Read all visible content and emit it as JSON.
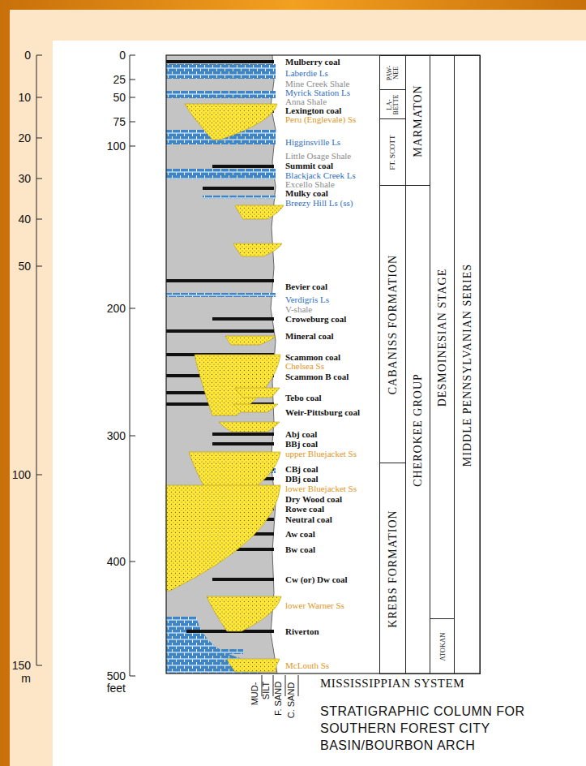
{
  "diagram": {
    "title": "STRATIGRAPHIC COLUMN FOR SOUTHERN FOREST CITY BASIN/BOURBON ARCH",
    "nodes": [
      {
        "text": [
          "PAW- NEE"
        ]
      },
      {
        "text": [
          "LA- BETTE"
        ]
      },
      {
        "text": [
          "FT. SCOTT"
        ]
      },
      {
        "text": [
          "MARMATON"
        ]
      },
      {
        "text": [
          "DESMOINESIAN STAGE"
        ]
      },
      {
        "text": [
          "MIDDLE PENNSYLVANIAN SERIES"
        ]
      },
      {
        "text": [
          "CABANISS FORMATION"
        ]
      },
      {
        "text": [
          "CHEROKEE GROUP"
        ]
      },
      {
        "text": [
          "KREBS FORMATION"
        ]
      },
      {
        "text": [
          "ATOKAN"
        ]
      }
    ],
    "labels": [
      "Mulberry coal",
      "Laberdie Ls",
      "Mine Creek Shale",
      "Myrick Station Ls",
      "Anna Shale",
      "Lexington coal",
      "Peru (Englevale) Ss",
      "Higginsville Ls",
      "Little Osage Shale",
      "Summit coal",
      "Blackjack Creek Ls",
      "Excello Shale",
      "Mulky coal",
      "Breezy Hill Ls (ss)",
      "Bevier coal",
      "Verdigris Ls",
      "V-shale",
      "Croweburg coal",
      "Mineral coal",
      "Scammon coal",
      "Chelsea Ss",
      "Scammon B coal",
      "Tebo coal",
      "Weir-Pittsburg coal",
      "Abj coal",
      "BBj coal",
      "upper Bluejacket Ss",
      "CBj coal",
      "DBj coal",
      "lower Bluejacket Ss",
      "Dry Wood coal",
      "Rowe coal",
      "Neutral coal",
      "Aw coal",
      "Bw coal",
      "Cw (or) Dw coal",
      "lower Warner Ss",
      "Riverton",
      "McLouth Ss",
      "0",
      "10",
      "20",
      "30",
      "40",
      "50",
      "100",
      "150",
      "m",
      "0",
      "25",
      "50",
      "75",
      "100",
      "200",
      "300",
      "400",
      "500",
      "feet",
      "MUD-",
      "SILT",
      "F. SAND",
      "C. SAND",
      "MISSISSIPPIAN SYSTEM"
    ]
  }
}
